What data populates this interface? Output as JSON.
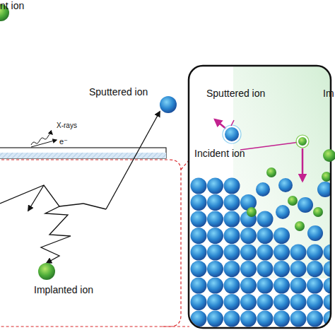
{
  "diagram": {
    "labels": [
      "nt ion",
      "X-rays",
      "e⁻",
      "Sputtered ion",
      "Implanted ion",
      "Sputtered ion",
      "Incident ion",
      "Im"
    ]
  }
}
